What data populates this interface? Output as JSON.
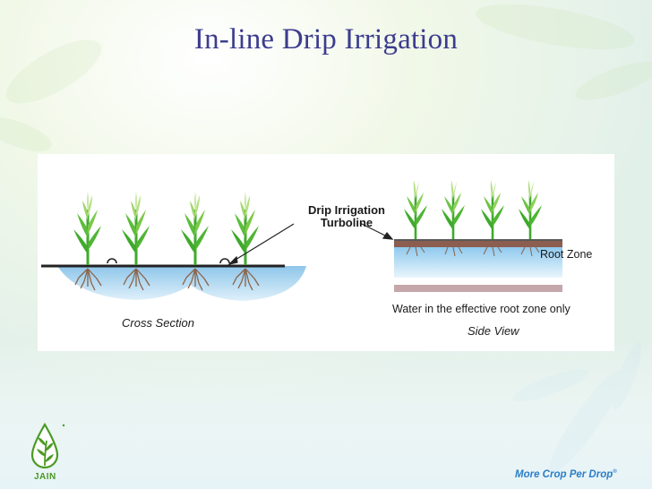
{
  "slide": {
    "title": "In-line Drip Irrigation"
  },
  "diagram": {
    "drip_label_line1": "Drip Irrigation",
    "drip_label_line2": "Turboline",
    "cross_section_label": "Cross Section",
    "root_zone_label": "Root Zone",
    "water_label": "Water in the effective root zone only",
    "side_view_label": "Side View"
  },
  "branding": {
    "logo_text": "JAIN",
    "tagline": "More Crop Per Drop",
    "tagline_mark": "®"
  },
  "colors": {
    "title": "#3c3c8e",
    "plant_green": "#3faa2b",
    "soil_brown": "#8b5e50",
    "water_blue": "#a9d4ee",
    "tagline": "#2b7ec7",
    "logo_green": "#4a9a22"
  }
}
